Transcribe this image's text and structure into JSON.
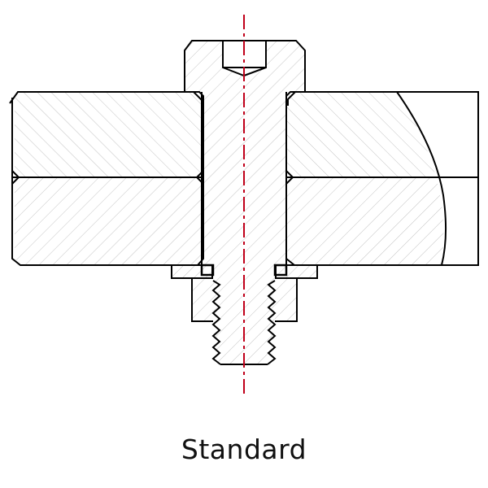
{
  "caption": "Standard",
  "drawing": {
    "title": "Bolted joint cross-section (socket head cap screw, two plates, washer, nut)",
    "colors": {
      "outline": "#000000",
      "hatch": "#bdbdbd",
      "centerline": "#c0001a",
      "background": "#ffffff"
    },
    "parts": [
      "socket-head-cap-screw",
      "upper-plate",
      "lower-plate",
      "washer",
      "nut",
      "centerline"
    ]
  }
}
